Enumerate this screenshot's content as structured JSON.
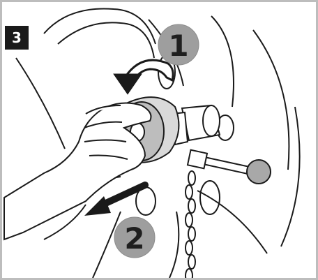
{
  "step_number": "3",
  "callouts": [
    {
      "number": "1",
      "meaning": "rotate"
    },
    {
      "number": "2",
      "meaning": "pull"
    }
  ],
  "colors": {
    "frame_border": "#bdbdbd",
    "step_box": "#1a1a1a",
    "callout_circle": "#9e9e9e",
    "knob": "#a8a8a8",
    "line": "#1a1a1a"
  }
}
